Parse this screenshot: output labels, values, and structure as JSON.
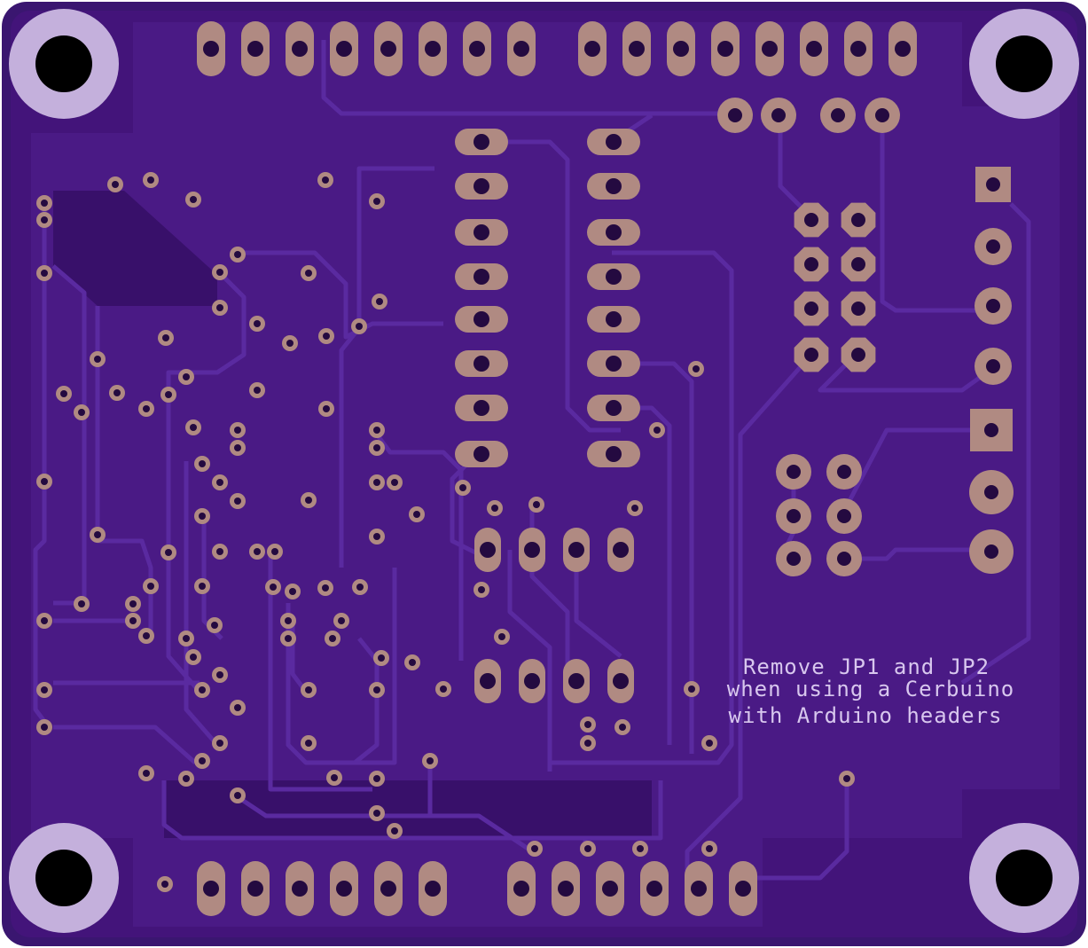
{
  "board": {
    "colors": {
      "board_edge": "#3a1670",
      "board_fill": "#43147a",
      "copper_pour": "#4d1a8c",
      "trace": "#5a2aa0",
      "pad": "#b08a82",
      "drill": "#240a40",
      "mount_ring": "#c4b0dc",
      "mount_hole": "#000000",
      "silkscreen": "#d8c7ee"
    },
    "silkscreen_note": {
      "line1": "Remove JP1 and JP2",
      "line2": "when using a Cerbuino",
      "line3": "with Arduino headers"
    }
  }
}
